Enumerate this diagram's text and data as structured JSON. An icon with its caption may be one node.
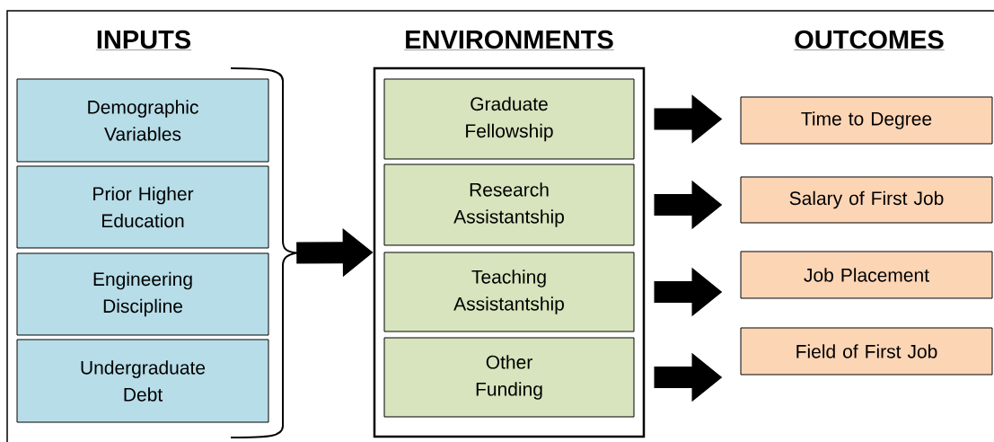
{
  "diagram": {
    "nodes": [
      {
        "text": [
          "Demographic Variables"
        ]
      },
      {
        "text": [
          "Prior Higher Education"
        ]
      },
      {
        "text": [
          "Engineering Discipline"
        ]
      },
      {
        "text": [
          "Undergraduate Debt"
        ]
      },
      {
        "text": [],
        "shape": "brace"
      },
      {
        "text": [],
        "shape": "box"
      },
      {
        "text": [
          "Graduate Fellowship"
        ],
        "in": 5
      },
      {
        "text": [
          "Research Assistantship"
        ],
        "in": 5
      },
      {
        "text": [
          "Teaching Assistantship"
        ],
        "in": 5
      },
      {
        "text": [
          "Other Funding"
        ],
        "in": 5
      },
      {
        "text": [
          "Time to Degree"
        ]
      },
      {
        "text": [
          "Salary of First Job"
        ]
      },
      {
        "text": [
          "Job Placement"
        ]
      },
      {
        "text": [
          "Field of First Job"
        ]
      }
    ],
    "edges": [
      {
        "from": 4,
        "to": 5,
        "arrow": "to"
      },
      {
        "from": 6,
        "to": 10,
        "arrow": "to"
      },
      {
        "from": 7,
        "to": 11,
        "arrow": "to"
      },
      {
        "from": 8,
        "to": 12,
        "arrow": "to"
      },
      {
        "from": 9,
        "to": 13,
        "arrow": "to"
      }
    ],
    "labels": [
      "INPUTS",
      "ENVIRONMENTS",
      "OUTCOMES"
    ]
  }
}
